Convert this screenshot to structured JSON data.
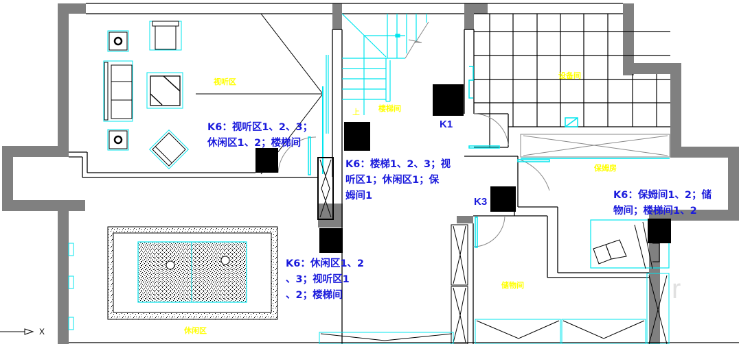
{
  "drawing": {
    "type": "floor-plan",
    "colors": {
      "wall": "#808080",
      "line": "#000000",
      "furniture": "#00ffff",
      "room_label": "#ffff00",
      "annotation": "#1a1adc",
      "panel": "#000000"
    }
  },
  "rooms": {
    "av_area": "视听区",
    "stairwell": "楼梯间",
    "stair_up": "上",
    "equipment_room": "设备间",
    "nanny_room": "保姆房",
    "storage_room": "储物间",
    "leisure_area": "休闲区"
  },
  "switch_labels": {
    "k1": "K1",
    "k3": "K3"
  },
  "annotations": {
    "av_panel": "K6：视听区1、2、3；\n休闲区1、2；楼梯间",
    "stair_panel": "K6：楼梯1、2、3；视\n听区1；休闲区1；保\n姆间1",
    "leisure_panel": "K6：休闲区1、2\n、3；视听区1\n、2；楼梯间",
    "nanny_panel": "K6：保姆间1、2；储\n物间；楼梯间1、2"
  },
  "axis": {
    "x_label": "X"
  },
  "watermark": "r"
}
